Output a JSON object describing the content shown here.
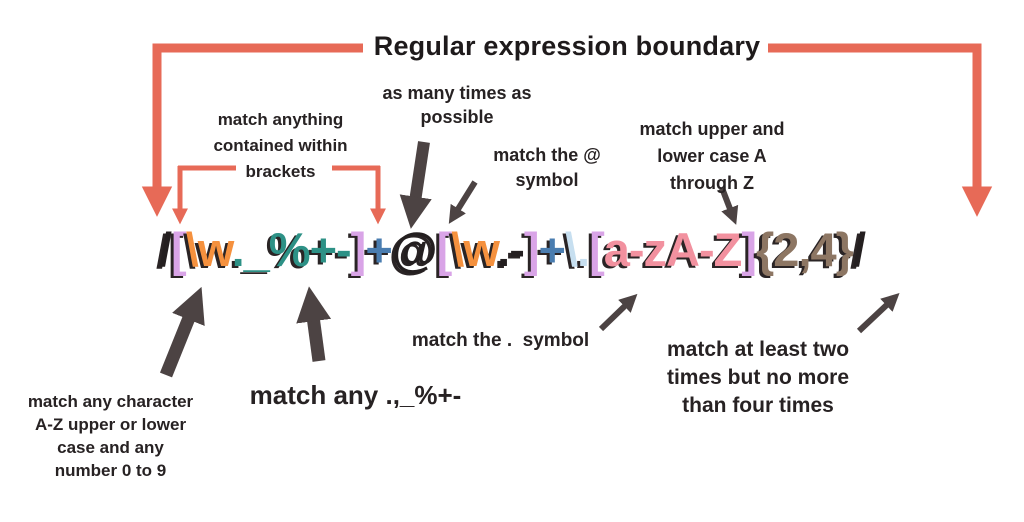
{
  "title": "Regular expression boundary",
  "regex": {
    "full": "/[\\w._%+-]+@[\\w.-]+\\.[a-zA-Z]{2,4}/",
    "tokens": [
      {
        "text": "/",
        "color": "#241f20"
      },
      {
        "text": "[",
        "color": "#d9a4e7"
      },
      {
        "text": "\\w",
        "color": "#f5913e"
      },
      {
        "text": "._%+-",
        "color": "#2d9186"
      },
      {
        "text": "]",
        "color": "#d9a4e7"
      },
      {
        "text": "+",
        "color": "#4a7db0"
      },
      {
        "text": "@",
        "color": "#241f20"
      },
      {
        "text": "[",
        "color": "#d9a4e7"
      },
      {
        "text": "\\w",
        "color": "#f5913e"
      },
      {
        "text": ".-",
        "color": "#241f20"
      },
      {
        "text": "]",
        "color": "#d9a4e7"
      },
      {
        "text": "+",
        "color": "#4a7db0"
      },
      {
        "text": "\\.",
        "color": "#c7dff0"
      },
      {
        "text": "[",
        "color": "#d9a4e7"
      },
      {
        "text": "a-zA-Z",
        "color": "#f2919f"
      },
      {
        "text": "]",
        "color": "#d9a4e7"
      },
      {
        "text": "{2,4}",
        "color": "#8d7663"
      },
      {
        "text": "/",
        "color": "#241f20"
      }
    ]
  },
  "annotations": {
    "brackets": {
      "lines": [
        "match anything",
        "contained within",
        "brackets"
      ]
    },
    "plus": {
      "lines": [
        "as many times as",
        "possible"
      ]
    },
    "at": {
      "lines": [
        "match the @",
        "symbol"
      ]
    },
    "alpha": {
      "lines": [
        "match upper and",
        "lower case A",
        "through Z"
      ]
    },
    "wordchar": {
      "lines": [
        "match any character",
        "A-Z upper or lower",
        "case and any",
        "number 0 to 9"
      ]
    },
    "specials": {
      "lines": [
        "match any .,_%+-"
      ]
    },
    "dot": {
      "lines": [
        "match the .  symbol"
      ]
    },
    "quant": {
      "lines": [
        "match at least two",
        "times but no more",
        "than four times"
      ]
    }
  },
  "colors": {
    "boundary_red": "#e76a57",
    "arrow_dark": "#4c4343",
    "text": "#1e1a1b",
    "background": "#ffffff"
  }
}
